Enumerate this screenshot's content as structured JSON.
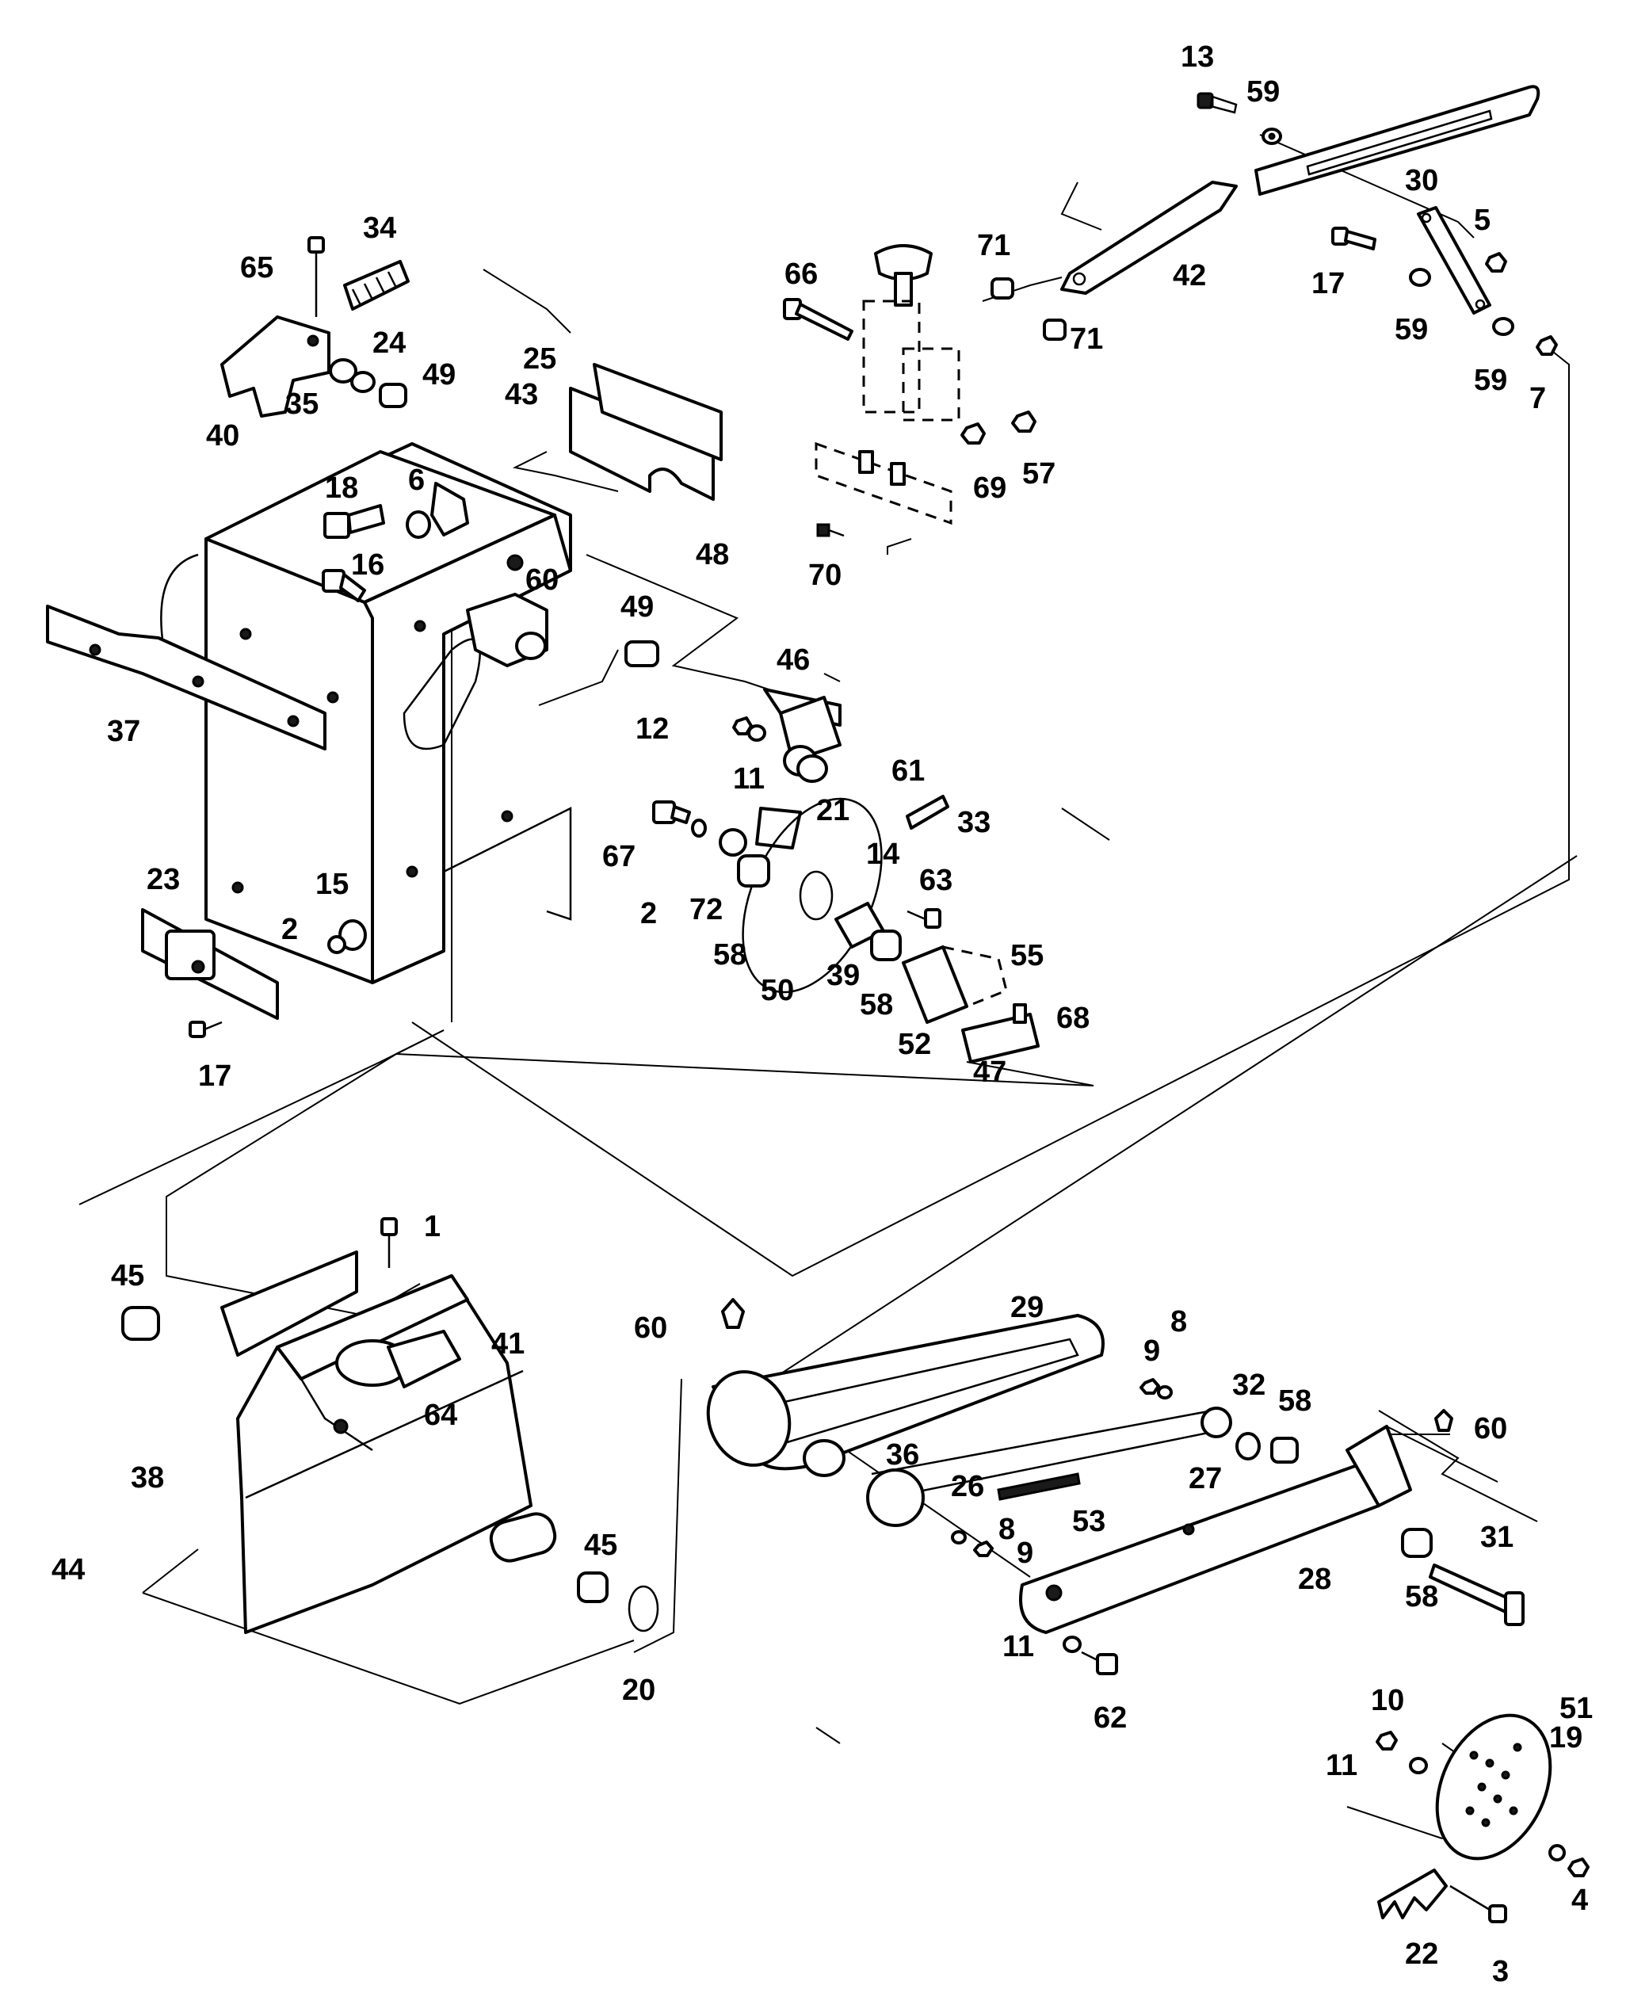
{
  "labels": {
    "p1": "1",
    "p2a": "2",
    "p2b": "2",
    "p3": "3",
    "p4": "4",
    "p5": "5",
    "p6": "6",
    "p7": "7",
    "p8a": "8",
    "p8b": "8",
    "p9a": "9",
    "p9b": "9",
    "p10": "10",
    "p11a": "11",
    "p11b": "11",
    "p11c": "11",
    "p12": "12",
    "p13": "13",
    "p14": "14",
    "p15": "15",
    "p16": "16",
    "p17a": "17",
    "p17b": "17",
    "p18": "18",
    "p19": "19",
    "p20": "20",
    "p21": "21",
    "p22": "22",
    "p23": "23",
    "p24": "24",
    "p25": "25",
    "p26": "26",
    "p27": "27",
    "p28": "28",
    "p29": "29",
    "p30": "30",
    "p31": "31",
    "p32": "32",
    "p33": "33",
    "p34": "34",
    "p35": "35",
    "p36": "36",
    "p37": "37",
    "p38": "38",
    "p39": "39",
    "p40": "40",
    "p41": "41",
    "p42": "42",
    "p43": "43",
    "p44": "44",
    "p45a": "45",
    "p45b": "45",
    "p46": "46",
    "p47": "47",
    "p48": "48",
    "p49a": "49",
    "p49b": "49",
    "p50": "50",
    "p51": "51",
    "p52": "52",
    "p53": "53",
    "p55": "55",
    "p57": "57",
    "p58a": "58",
    "p58b": "58",
    "p58c": "58",
    "p58d": "58",
    "p59a": "59",
    "p59b": "59",
    "p59c": "59",
    "p60a": "60",
    "p60b": "60",
    "p60c": "60",
    "p61": "61",
    "p62": "62",
    "p63": "63",
    "p64": "64",
    "p65": "65",
    "p66": "66",
    "p67": "67",
    "p68": "68",
    "p69": "69",
    "p70": "70",
    "p71a": "71",
    "p71b": "71",
    "p72": "72"
  }
}
